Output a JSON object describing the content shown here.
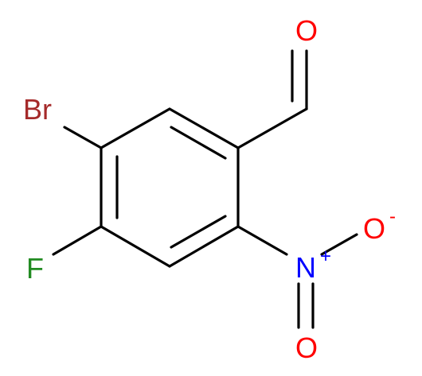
{
  "molecule": {
    "atoms": {
      "br": {
        "label": "Br",
        "color": "#a52a2a"
      },
      "f": {
        "label": "F",
        "color": "#228b22"
      },
      "o_ald": {
        "label": "O",
        "color": "#ff0000"
      },
      "n": {
        "label": "N",
        "charge": "+",
        "color": "#0000ff"
      },
      "o_minus": {
        "label": "O",
        "charge": "-",
        "color": "#ff0000"
      },
      "o_nitro": {
        "label": "O",
        "color": "#ff0000"
      }
    },
    "bond_color": "#000000"
  }
}
